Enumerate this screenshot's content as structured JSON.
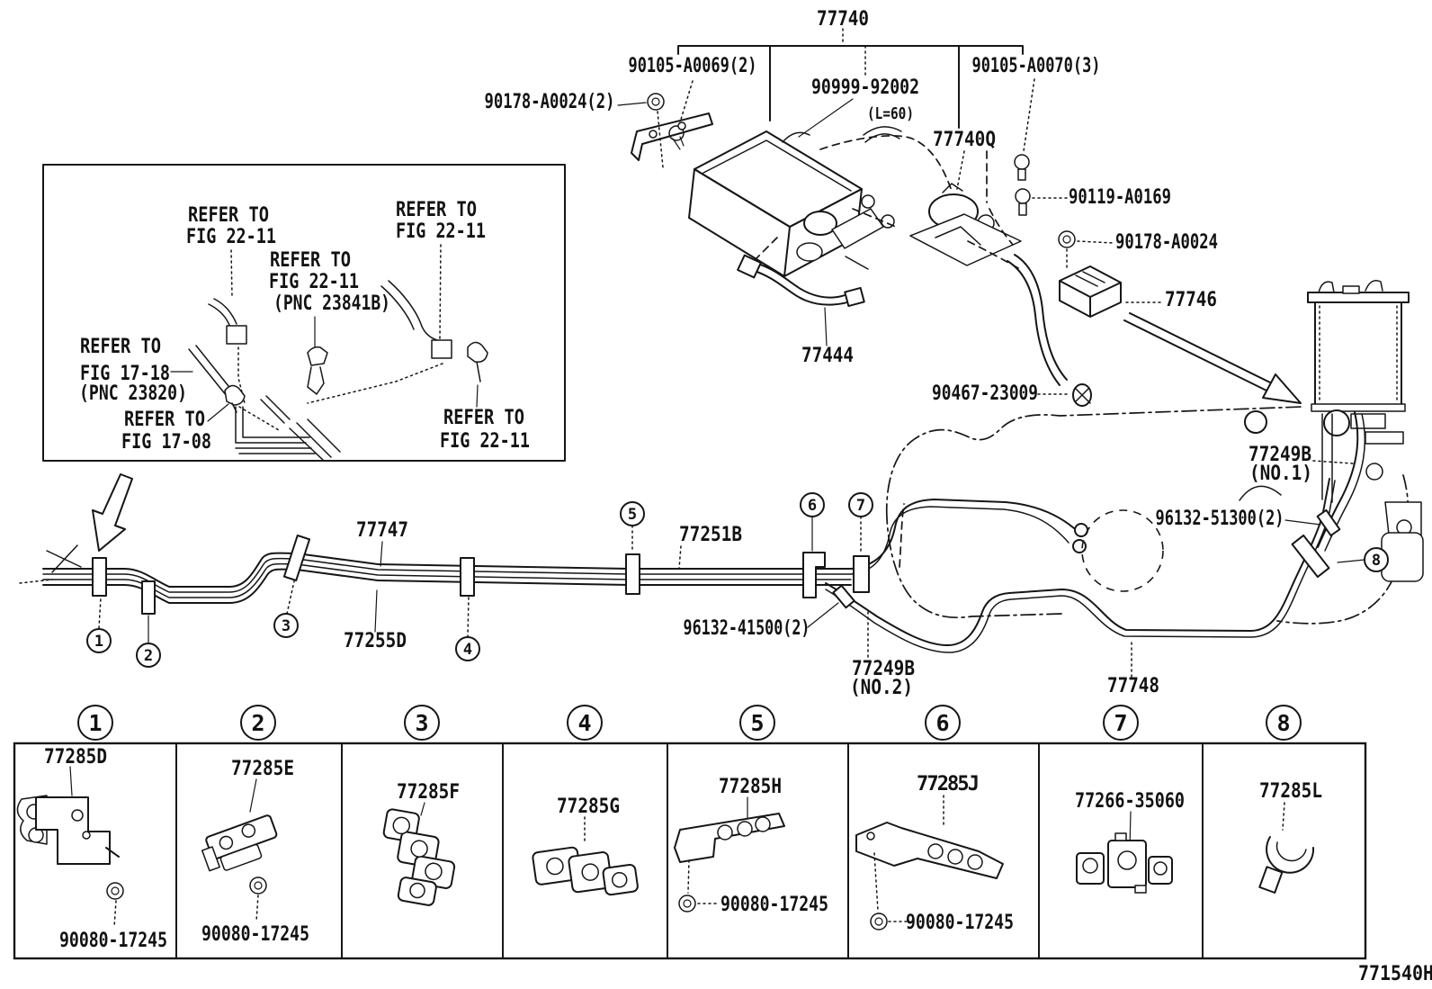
{
  "drawing_code": "771540H",
  "parts": {
    "p77740": "77740",
    "p90105a0069": "90105-A0069(2)",
    "p90999": "90999-92002",
    "p90999_len": "(L=60)",
    "p77740q": "77740Q",
    "p90105a0070": "90105-A0070(3)",
    "p90178x2": "90178-A0024(2)",
    "p90119": "90119-A0169",
    "p90178": "90178-A0024",
    "p77746": "77746",
    "p77444": "77444",
    "p90467": "90467-23009",
    "p77249b_1": "77249B",
    "p77249b_1_note": "(NO.1)",
    "p96132_51300": "96132-51300(2)",
    "p77747": "77747",
    "p77251b": "77251B",
    "p77255d": "77255D",
    "p96132_41500": "96132-41500(2)",
    "p77249b_2": "77249B",
    "p77249b_2_note": "(NO.2)",
    "p77748": "77748"
  },
  "inset_notes": {
    "n1": [
      "REFER TO",
      "FIG 22-11"
    ],
    "n2": [
      "REFER TO",
      "FIG 22-11"
    ],
    "n3": [
      "REFER TO",
      "FIG 22-11",
      "(PNC 23841B)"
    ],
    "n4": [
      "REFER TO",
      "FIG 17-18",
      "(PNC 23820)"
    ],
    "n5": [
      "REFER TO",
      "FIG 17-08"
    ],
    "n6": [
      "REFER TO",
      "FIG 22-11"
    ]
  },
  "table": {
    "cells": [
      {
        "num": "1",
        "part": "77285D",
        "sub": "90080-17245"
      },
      {
        "num": "2",
        "part": "77285E",
        "sub": "90080-17245"
      },
      {
        "num": "3",
        "part": "77285F",
        "sub": ""
      },
      {
        "num": "4",
        "part": "77285G",
        "sub": ""
      },
      {
        "num": "5",
        "part": "77285H",
        "sub": "90080-17245"
      },
      {
        "num": "6",
        "part": "77285J",
        "sub": "90080-17245"
      },
      {
        "num": "7",
        "part": "77266-35060",
        "sub": ""
      },
      {
        "num": "8",
        "part": "77285L",
        "sub": ""
      }
    ]
  }
}
